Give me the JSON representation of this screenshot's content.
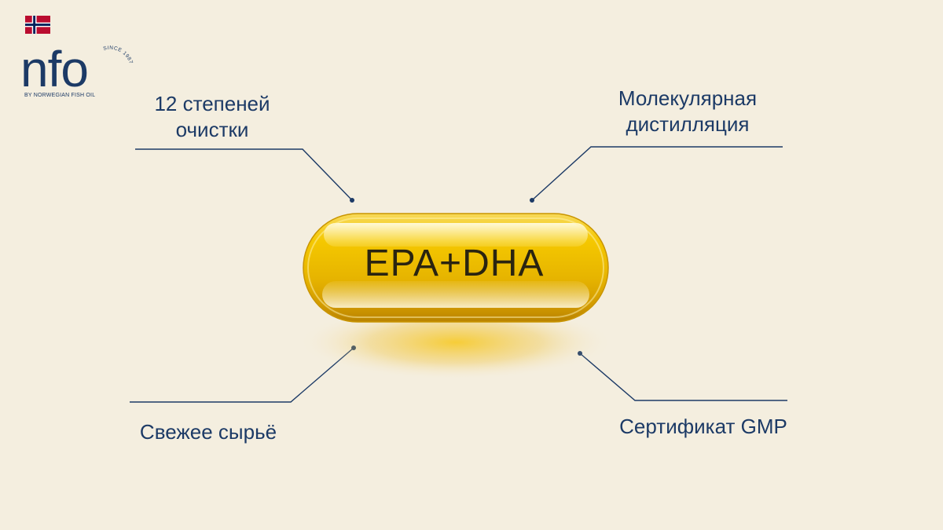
{
  "brand": {
    "logo_text": "nfo",
    "since": "SINCE 1987",
    "tagline": "BY NORWEGIAN FISH OIL",
    "flag_icon": "norway-flag-icon",
    "brand_color": "#1c3a66"
  },
  "capsule": {
    "label": "EPA+DHA",
    "icon": "softgel-capsule-icon",
    "color": "#f2c200"
  },
  "features": {
    "top_left": {
      "line1": "12 степеней",
      "line2": "очистки"
    },
    "top_right": {
      "line1": "Молекулярная",
      "line2": "дистилляция"
    },
    "bottom_left": {
      "line1": "Свежее сырьё"
    },
    "bottom_right": {
      "line1": "Сертификат GMP"
    }
  },
  "colors": {
    "background": "#f4eedf",
    "text": "#1c3a66"
  }
}
